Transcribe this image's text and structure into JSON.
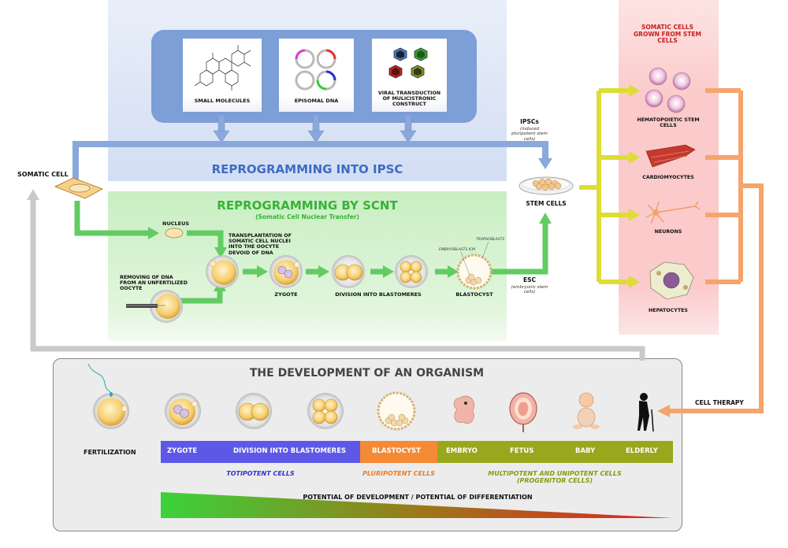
{
  "colors": {
    "ipsc_bg": "#dbe5f6",
    "ipsc_box": "#7f9fd6",
    "scnt_bg": "#d5f2ce",
    "somatic_bg": "#fbd3d3",
    "dev_box": "#ebebeb",
    "blue_arrow": "#8caad9",
    "green_arrow": "#5ccc5c",
    "yellow_arrow": "#dede32",
    "orange_arrow": "#f5a46b",
    "gray_arrow": "#c8c8c8"
  },
  "ipsc": {
    "title": "REPROGRAMMING INTO IPSC",
    "methods": [
      {
        "label": "SMALL MOLECULES"
      },
      {
        "label": "EPISOMAL DNA"
      },
      {
        "label": "VIRAL TRANSDUCTION OF MULICISTRONIC CONSTRUCT"
      }
    ]
  },
  "scnt": {
    "title": "REPROGRAMMING BY SCNT",
    "subtitle": "(Somatic Cell Nuclear Transfer)",
    "nucleus": "NUCLEUS",
    "transplantation": "TRANSPLANTATION OF SOMATIC CELL NUCLEI INTO THE OOCYTE DEVOID OF DNA",
    "removing": "REMOVING OF DNA FROM AN UNFERTILIZED OOCYTE",
    "zygote": "ZYGOTE",
    "division": "DIVISION INTO BLASTOMERES",
    "blastocyst": "BLASTOCYST",
    "embryoblasts": "EMBRYOBLASTS ICM",
    "trophoblasts": "TROPHOBLASTS"
  },
  "somatic_cell": "SOMATIC CELL",
  "ipscs": {
    "label": "IPSCs",
    "note": "(induced pluripotent stem cells)"
  },
  "stem_cells": "STEM CELLS",
  "esc": {
    "label": "ESC",
    "note": "(embryonic stem cells)"
  },
  "somatic_panel": {
    "title": "SOMATIC CELLS GROWN FROM STEM CELLS",
    "items": [
      {
        "label": "HEMATOPOIETIC STEM CELLS"
      },
      {
        "label": "CARDIOMYOCYTES"
      },
      {
        "label": "NEURONS"
      },
      {
        "label": "HEPATOCYTES"
      }
    ]
  },
  "cell_therapy": "CELL THERAPY",
  "development": {
    "title": "THE DEVELOPMENT OF AN ORGANISM",
    "fertilization": "FERTILIZATION",
    "stages": [
      "ZYGOTE",
      "DIVISION INTO BLASTOMERES",
      "BLASTOCYST",
      "EMBRYO",
      "FETUS",
      "BABY",
      "ELDERLY"
    ],
    "totipotent": "TOTIPOTENT CELLS",
    "pluripotent": "PLURIPOTENT CELLS",
    "multipotent": "MULTIPOTENT AND UNIPOTENT CELLS (PROGENITOR CELLS)",
    "potential": "POTENTIAL OF DEVELOPMENT / POTENTIAL OF DIFFERENTIATION"
  }
}
